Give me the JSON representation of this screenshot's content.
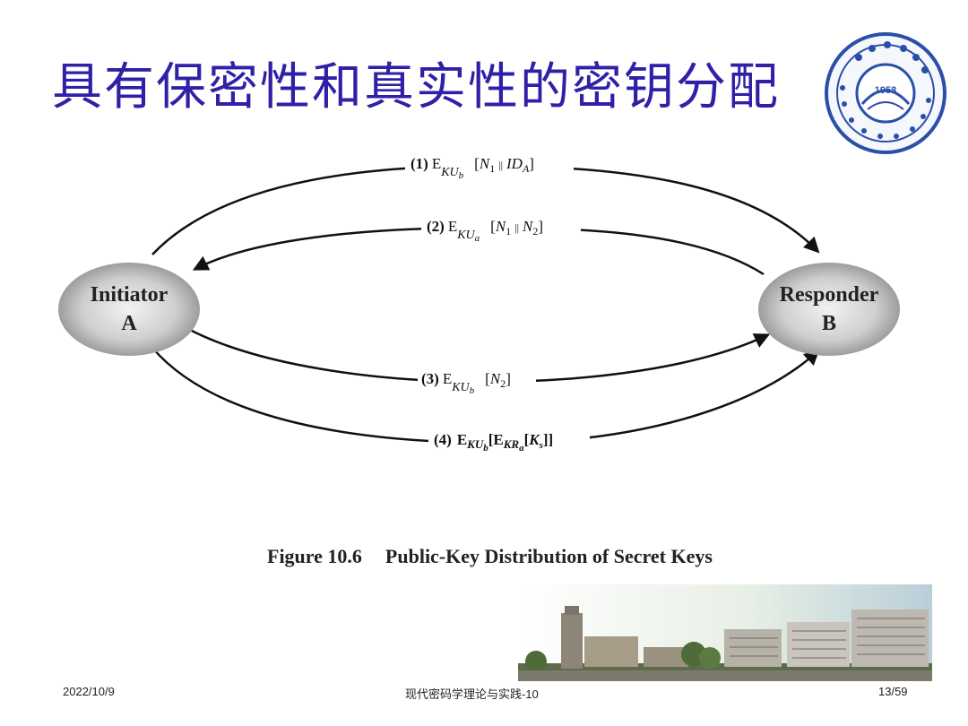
{
  "slide": {
    "title": "具有保密性和真实性的密钥分配",
    "seal_year": "1958"
  },
  "diagram": {
    "initiator": {
      "line1": "Initiator",
      "line2": "A"
    },
    "responder": {
      "line1": "Responder",
      "line2": "B"
    },
    "messages": [
      {
        "num": "(1)",
        "op": "E",
        "key": "KU",
        "key_sub": "b",
        "content": "[N1 || IDA]"
      },
      {
        "num": "(2)",
        "op": "E",
        "key": "KU",
        "key_sub": "a",
        "content": "[N1 || N2]"
      },
      {
        "num": "(3)",
        "op": "E",
        "key": "KU",
        "key_sub": "b",
        "content": "[N2]"
      },
      {
        "num": "(4)",
        "op": "E",
        "key": "KU",
        "key_sub": "b",
        "content": "[EKRa[Ks]]"
      }
    ]
  },
  "caption": {
    "label": "Figure 10.6",
    "text": "Public-Key Distribution of Secret Keys"
  },
  "footer": {
    "date": "2022/10/9",
    "course": "现代密码学理论与实践-10",
    "page": "13/59"
  }
}
